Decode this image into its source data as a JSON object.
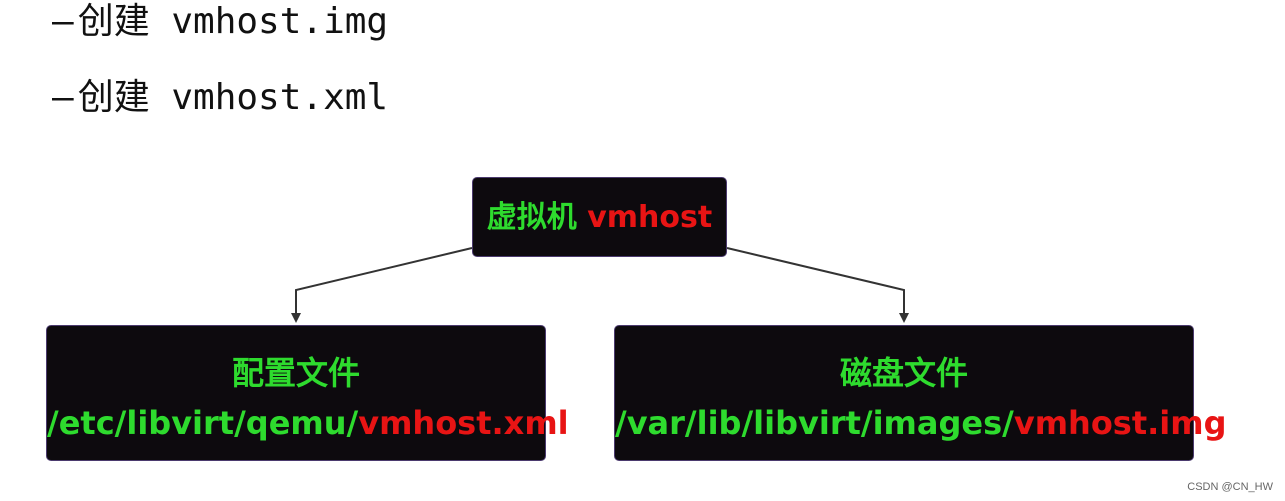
{
  "bullets": [
    {
      "dash": "–",
      "text": "创建 vmhost.img"
    },
    {
      "dash": "–",
      "text": "创建 vmhost.xml"
    }
  ],
  "diagram": {
    "root": {
      "label_green": "虚拟机",
      "label_red": "vmhost"
    },
    "children": [
      {
        "title": "配置文件",
        "path_green": "/etc/libvirt/qemu/",
        "path_red": "vmhost.xml"
      },
      {
        "title": "磁盘文件",
        "path_green": "/var/lib/libvirt/images/",
        "path_red": "vmhost.img"
      }
    ],
    "colors": {
      "box_bg": "#0d0a0e",
      "box_border": "#4b3a6e",
      "green": "#2edb2e",
      "red": "#e81414",
      "connector": "#333333"
    }
  },
  "watermark": "CSDN @CN_HW"
}
